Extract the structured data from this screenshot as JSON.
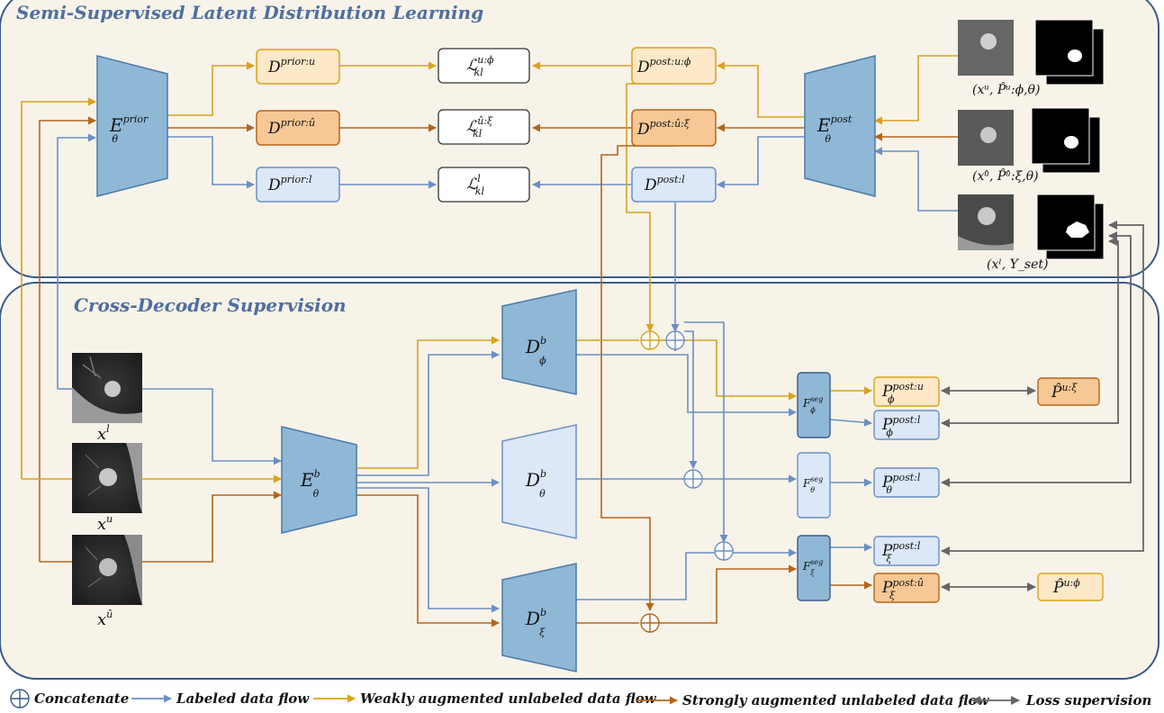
{
  "titles": {
    "top": "Semi-Supervised Latent Distribution Learning",
    "bottom": "Cross-Decoder Supervision"
  },
  "encoders": {
    "prior": {
      "main": "E",
      "sub": "θ",
      "sup": "prior"
    },
    "post": {
      "main": "E",
      "sub": "θ",
      "sup": "post"
    },
    "backbone": {
      "main": "E",
      "sub": "θ",
      "sup": "b"
    }
  },
  "prior_boxes": [
    {
      "main": "D",
      "sup": "prior:u"
    },
    {
      "main": "D",
      "sup": "prior:û"
    },
    {
      "main": "D",
      "sup": "prior:l"
    }
  ],
  "kl_boxes": [
    {
      "main": "ℒ",
      "sub": "kl",
      "sup": "u:ϕ"
    },
    {
      "main": "ℒ",
      "sub": "kl",
      "sup": "û:ξ"
    },
    {
      "main": "ℒ",
      "sub": "kl",
      "sup": "l"
    }
  ],
  "post_boxes": [
    {
      "main": "D",
      "sup": "post:u:ϕ"
    },
    {
      "main": "D",
      "sup": "post:û:ξ"
    },
    {
      "main": "D",
      "sup": "post:l"
    }
  ],
  "decoders": [
    {
      "main": "D",
      "sub": "ϕ",
      "sup": "b"
    },
    {
      "main": "D",
      "sub": "θ",
      "sup": "b"
    },
    {
      "main": "D",
      "sub": "ξ",
      "sup": "b"
    }
  ],
  "seg_heads": [
    {
      "main": "F",
      "sub": "ϕ",
      "sup": "seg"
    },
    {
      "main": "F",
      "sub": "θ",
      "sup": "seg"
    },
    {
      "main": "F",
      "sub": "ξ",
      "sup": "seg"
    }
  ],
  "predictions": [
    {
      "main": "P",
      "sub": "ϕ",
      "sup": "post:u"
    },
    {
      "main": "P",
      "sub": "ϕ",
      "sup": "post:l"
    },
    {
      "main": "P",
      "sub": "θ",
      "sup": "post:l"
    },
    {
      "main": "P",
      "sub": "ξ",
      "sup": "post:l"
    },
    {
      "main": "P",
      "sub": "ξ",
      "sup": "post:û"
    }
  ],
  "pseudo_labels": [
    {
      "main": "P̂",
      "sup": "u:ξ"
    },
    {
      "main": "P̂",
      "sup": "u:ϕ"
    }
  ],
  "input_labels": [
    {
      "main": "x",
      "sup": "l"
    },
    {
      "main": "x",
      "sup": "u"
    },
    {
      "main": "x",
      "sup": "û"
    }
  ],
  "right_image_labels": [
    "(xᵘ, P̂ᵘ:ϕ,θ)",
    "(xᵘ̂, P̂ᵘ̂:ξ,θ)",
    "(xˡ, Y_set)"
  ],
  "legend": {
    "concat": "Concatenate",
    "labeled": "Labeled data flow",
    "weak": "Weakly augmented unlabeled data flow",
    "strong": "Strongly augmented unlabeled data flow",
    "loss": "Loss supervision"
  },
  "colors": {
    "labeled": "#6a8fc4",
    "weak": "#d9a11c",
    "strong": "#b5651a",
    "loss": "#666666",
    "encoder_fill": "#8fb7d6",
    "light_blue_fill": "#dce8f8",
    "weak_fill": "#fde8c8",
    "strong_fill": "#f7c896",
    "panel_bg": "#f7f3e9",
    "panel_border": "#3a5a8c"
  }
}
